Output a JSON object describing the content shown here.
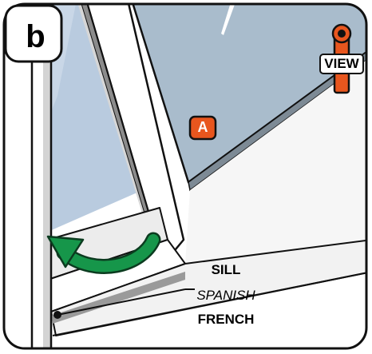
{
  "step": {
    "letter": "b"
  },
  "view_marker": {
    "label": "VIEW"
  },
  "glass_badge": {
    "letter": "A"
  },
  "callout": {
    "line1": "SILL",
    "line2": "SPANISH",
    "line3": "FRENCH"
  },
  "colors": {
    "glass": "#b9cbdf",
    "glass_right": "#a9bccc",
    "accent_orange": "#e8561e",
    "arrow_green": "#16964a",
    "frame_gray": "#9a9a9a",
    "outline": "#111111"
  }
}
